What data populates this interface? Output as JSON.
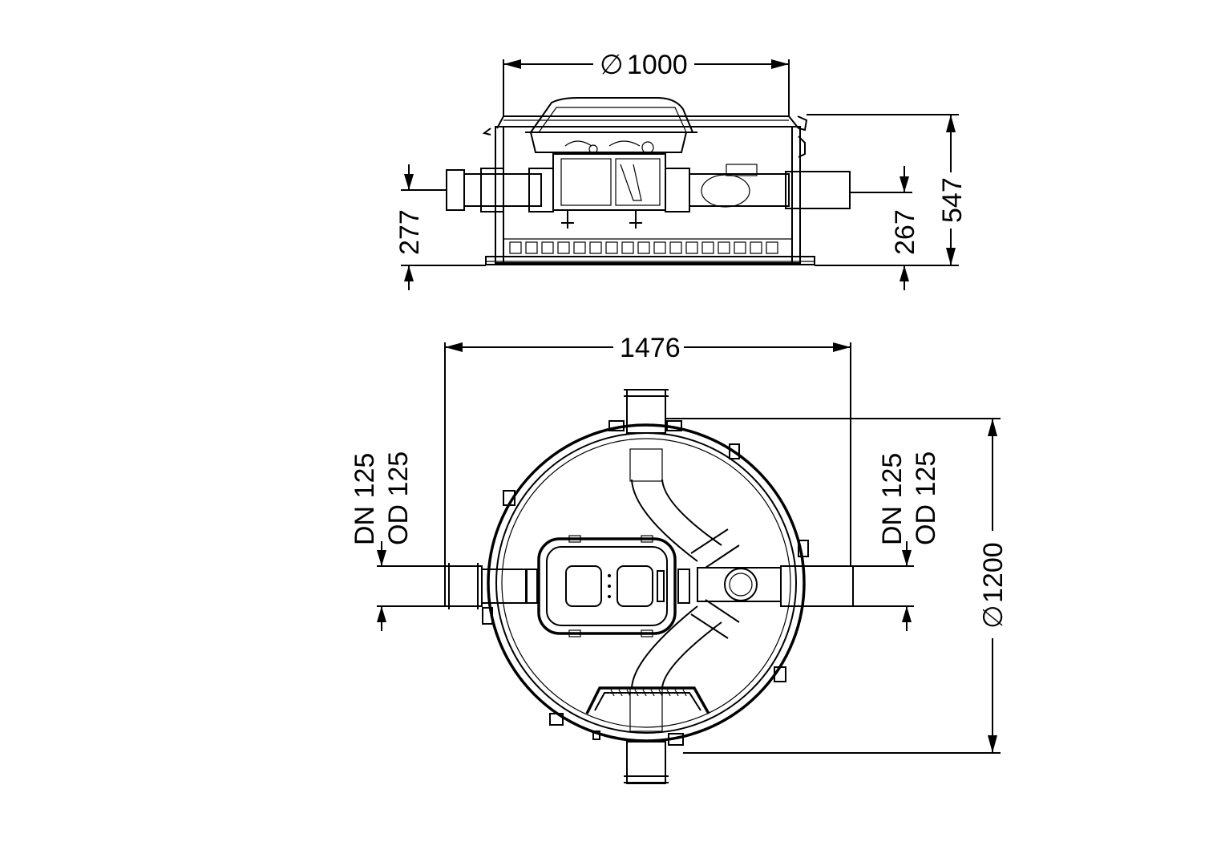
{
  "dimensions": {
    "top_diameter": "1000",
    "overall_height": "547",
    "inlet_height": "277",
    "outlet_height": "267",
    "overall_width": "1476",
    "body_diameter": "1200"
  },
  "pipe_labels": {
    "inlet_dn": "DN 125",
    "inlet_od": "OD 125",
    "outlet_dn": "DN 125",
    "outlet_od": "OD 125"
  },
  "symbols": {
    "diameter": "∅"
  }
}
